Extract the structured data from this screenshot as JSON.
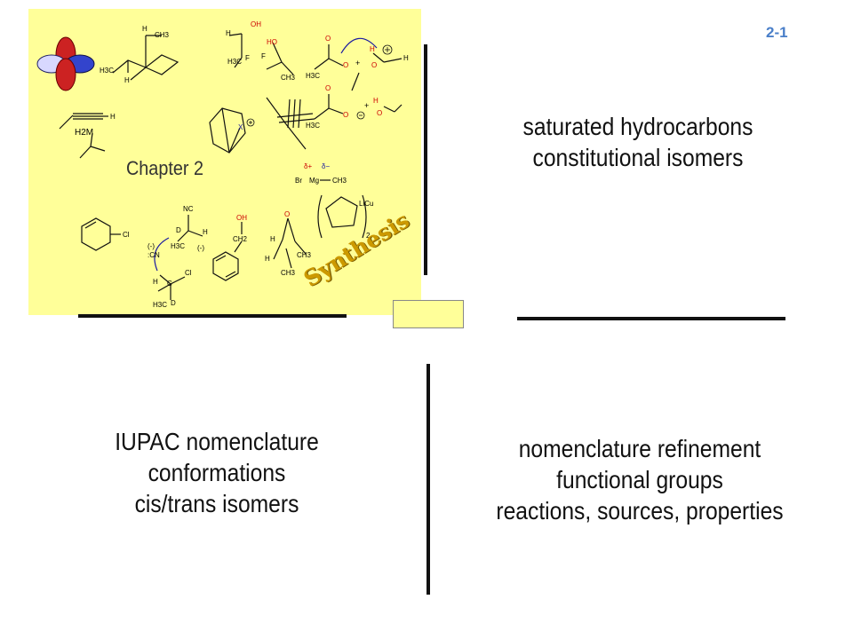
{
  "slide_number": "2-1",
  "panel": {
    "chapter_label": "Chapter 2",
    "synthesis_label": "Synthesis",
    "molecule_labels": {
      "ch3": "CH3",
      "h3c": "H3C",
      "h": "H",
      "oh": "OH",
      "ho": "HO",
      "f": "F",
      "o": "O",
      "plus": "+",
      "m": "M",
      "h2m": "H2M",
      "x": "X",
      "br": "Br",
      "mg": "Mg",
      "delta_plus": "δ+",
      "delta_minus": "δ−",
      "licu": "LiCu",
      "two": "2",
      "cl": "Cl",
      "nc": "NC",
      "d": "D",
      "cn": ":CN",
      "ch2": "CH2",
      "c": "C",
      "charge_neg": "(-)"
    },
    "colors": {
      "background": "#ffff99",
      "red": "#cc0000",
      "blue": "#1a1aa0"
    }
  },
  "quadrants": {
    "top_right": [
      "saturated hydrocarbons",
      "constitutional isomers"
    ],
    "bottom_left": [
      "IUPAC nomenclature",
      "conformations",
      "cis/trans isomers"
    ],
    "bottom_right": [
      "nomenclature refinement",
      "functional groups",
      "reactions, sources, properties"
    ]
  }
}
